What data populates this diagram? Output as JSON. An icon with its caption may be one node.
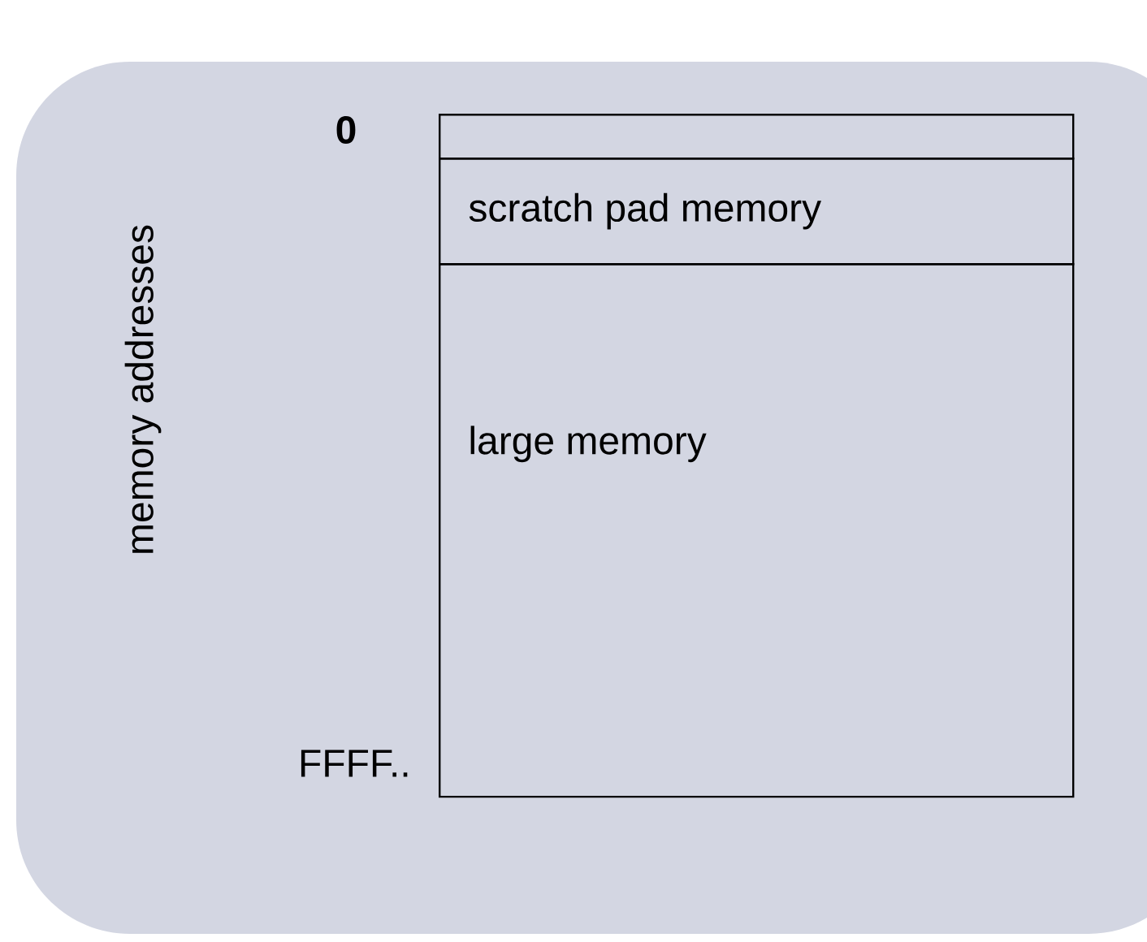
{
  "diagram": {
    "nodes": [
      {
        "text": [],
        "shape": "box"
      },
      {
        "text": [
          "scratch pad memory"
        ]
      },
      {
        "text": [
          "large memory"
        ]
      }
    ],
    "labels": [
      "0",
      "memory addresses",
      "FFFF.."
    ]
  }
}
